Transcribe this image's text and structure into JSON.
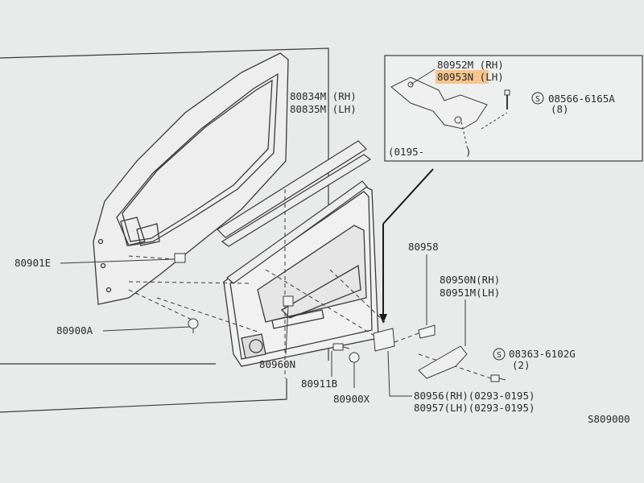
{
  "diagram": {
    "inset": {
      "part_rh": "80952M (RH)",
      "part_lh": "80953N (LH)",
      "bolt": "08566-6165A",
      "bolt_qty": "(8)",
      "date_range": "(0195-",
      "date_close": ")"
    },
    "labels": {
      "frame_rh": "80834M (RH)",
      "frame_lh": "80835M (LH)",
      "clip_e": "80901E",
      "clip_a": "80900A",
      "p80958": "80958",
      "grip_rh": "80950N(RH)",
      "grip_lh": "80951M(LH)",
      "screw": "08363-6102G",
      "screw_qty": "(2)",
      "p80960n": "80960N",
      "p80911b": "80911B",
      "p80900x": "80900X",
      "cover_rh": "80956(RH)(0293-0195)",
      "cover_lh": "80957(LH)(0293-0195)",
      "drawing_no": "S809000"
    },
    "symbols": {
      "s": "S"
    },
    "colors": {
      "background": "#e9ebea",
      "line": "#3a3a3a",
      "highlight": "#f6c58e"
    }
  }
}
